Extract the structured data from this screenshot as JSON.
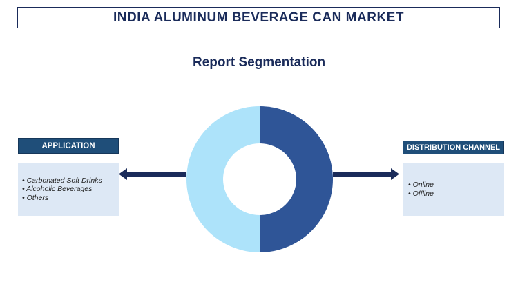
{
  "title": "INDIA ALUMINUM BEVERAGE CAN MARKET",
  "subtitle": "Report Segmentation",
  "left": {
    "header": "APPLICATION",
    "items": [
      "Carbonated Soft Drinks",
      "Alcoholic Beverages",
      "Others"
    ]
  },
  "right": {
    "header": "DISTRIBUTION CHANNEL",
    "items": [
      "Online",
      "Offline"
    ]
  },
  "colors": {
    "dark": "#2f5597",
    "light": "#ade3fa",
    "navy": "#1a2b5a"
  }
}
